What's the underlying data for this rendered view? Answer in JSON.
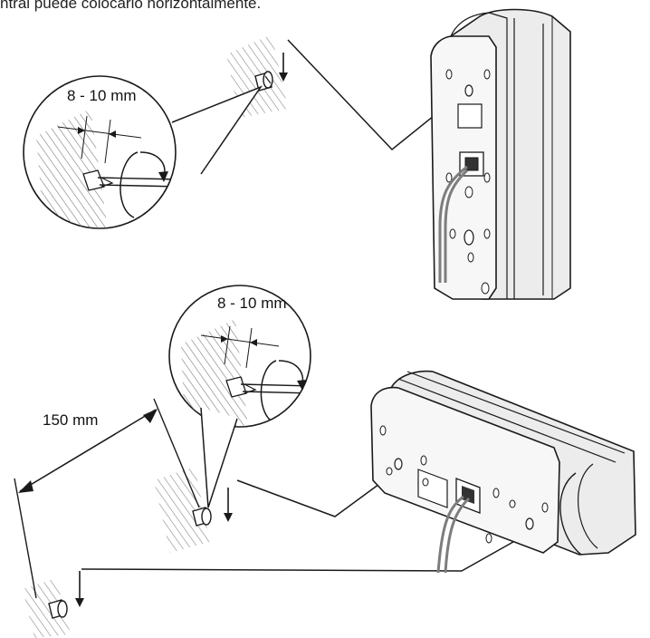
{
  "caption": "ntral puede colocarlo horizontalmente.",
  "labels": {
    "screw_depth_top": "8 - 10 mm",
    "screw_depth_bottom": "8 - 10 mm",
    "screw_spacing": "150 mm"
  },
  "colors": {
    "line": "#1a1a1a",
    "hatch": "#6b6b6b",
    "speaker_face": "#f4f4f4",
    "speaker_side": "#e2e2e2",
    "cable": "#8c8c8c"
  }
}
